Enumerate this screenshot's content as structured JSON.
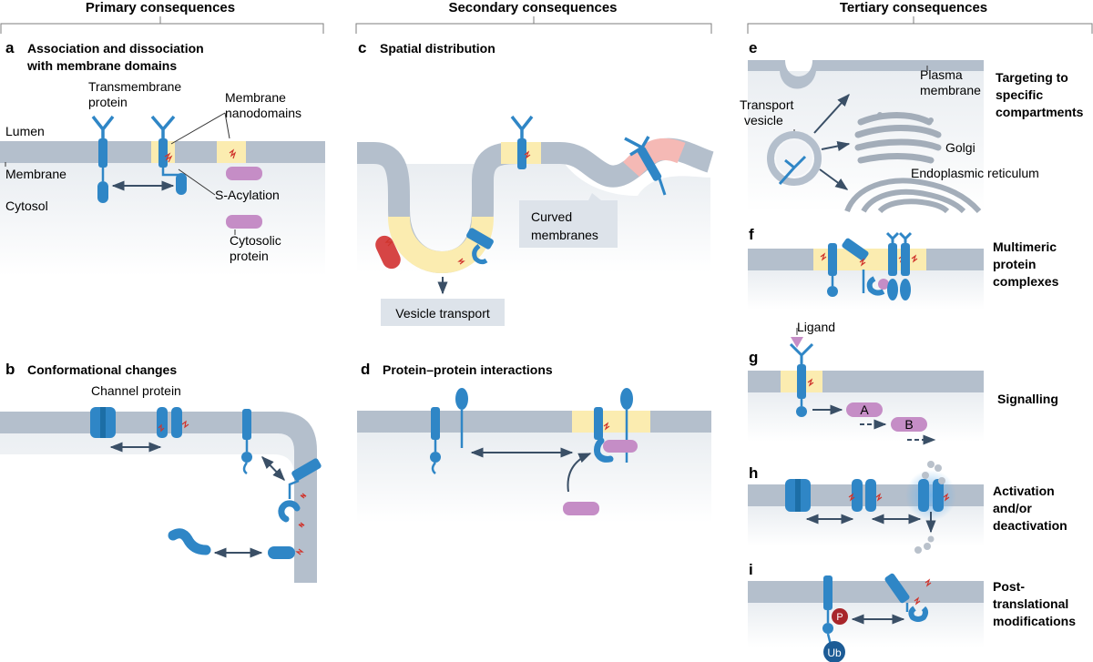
{
  "headers": {
    "primary": "Primary consequences",
    "secondary": "Secondary consequences",
    "tertiary": "Tertiary consequences"
  },
  "panels": {
    "a": {
      "letter": "a",
      "title_line1": "Association and dissociation",
      "title_line2": "with membrane domains",
      "lumen": "Lumen",
      "membrane": "Membrane",
      "cytosol": "Cytosol",
      "tm_line1": "Transmembrane",
      "tm_line2": "protein",
      "nano_line1": "Membrane",
      "nano_line2": "nanodomains",
      "sacyl": "S-Acylation",
      "cyto_line1": "Cytosolic",
      "cyto_line2": "protein"
    },
    "b": {
      "letter": "b",
      "title": "Conformational changes",
      "channel": "Channel protein"
    },
    "c": {
      "letter": "c",
      "title": "Spatial distribution",
      "curved_line1": "Curved",
      "curved_line2": "membranes",
      "vesicle": "Vesicle transport"
    },
    "d": {
      "letter": "d",
      "title": "Protein–protein interactions"
    },
    "e": {
      "letter": "e",
      "pm_line1": "Plasma",
      "pm_line2": "membrane",
      "tv_line1": "Transport",
      "tv_line2": "vesicle",
      "golgi": "Golgi",
      "er": "Endoplasmic reticulum",
      "right_line1": "Targeting to",
      "right_line2": "specific",
      "right_line3": "compartments"
    },
    "f": {
      "letter": "f",
      "right_line1": "Multimeric",
      "right_line2": "protein",
      "right_line3": "complexes"
    },
    "g": {
      "letter": "g",
      "ligand": "Ligand",
      "a": "A",
      "b": "B",
      "right_line1": "Signalling"
    },
    "h": {
      "letter": "h",
      "right_line1": "Activation",
      "right_line2": "and/or",
      "right_line3": "deactivation"
    },
    "i": {
      "letter": "i",
      "p": "P",
      "ub": "Ub",
      "right_line1": "Post-",
      "right_line2": "translational",
      "right_line3": "modifications"
    }
  },
  "colors": {
    "membrane": "#b4bfcc",
    "nanodomain": "#fbecb0",
    "curvedPink": "#f5b9b5",
    "protein": "#2f86c6",
    "proteinDark": "#1c6ea6",
    "cytosolic": "#c58dc6",
    "red": "#d64545",
    "acyl": "#d0342c",
    "arrow": "#3a4f66",
    "phos": "#a8262b",
    "ub": "#1d5c96"
  }
}
